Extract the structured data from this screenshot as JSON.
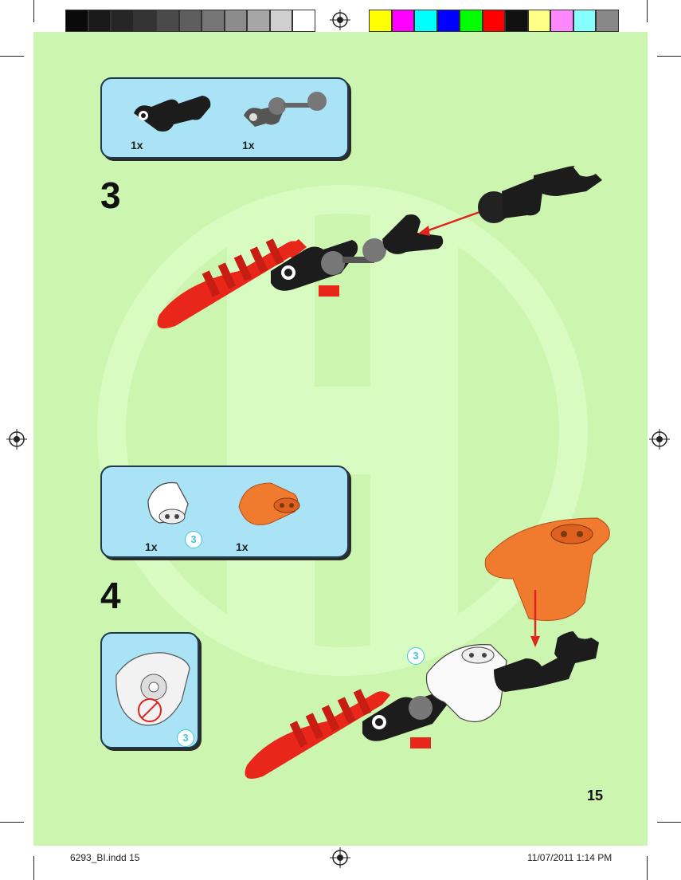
{
  "colors": {
    "page_bg": "#ccf5b0",
    "callout_bg": "#a9e3f5",
    "badge": "#3fc7d8",
    "arrow": "#e0231c",
    "part_red": "#e8261a",
    "part_black": "#1c1c1c",
    "part_orange": "#f07a2e"
  },
  "color_bar": {
    "gray_ramp": [
      "#0a0a0a",
      "#1a1a1a",
      "#262626",
      "#333333",
      "#4a4a4a",
      "#5e5e5e",
      "#757575",
      "#8c8c8c",
      "#a6a6a6",
      "#cfcfcf",
      "#ffffff"
    ],
    "process": [
      "#ffff00",
      "#ff00ff",
      "#00ffff",
      "#0000ff",
      "#00ff00",
      "#ff0000",
      "#111111",
      "#ffff88",
      "#ff88ff",
      "#88ffff",
      "#888888"
    ]
  },
  "step3": {
    "number": "3",
    "parts": [
      {
        "qty": "1x",
        "icon": "black-joint-connector-part"
      },
      {
        "qty": "1x",
        "icon": "gray-ball-joint-part"
      }
    ]
  },
  "step4": {
    "number": "4",
    "parts": [
      {
        "qty": "1x",
        "icon": "white-armor-piece-part",
        "badge": "3"
      },
      {
        "qty": "1x",
        "icon": "orange-armor-piece-part"
      }
    ],
    "detail_badge": "3",
    "assembly_badge": "3"
  },
  "page_number": "15",
  "slug": {
    "file": "6293_BI.indd   15",
    "date": "11/07/2011   1:14 PM"
  }
}
